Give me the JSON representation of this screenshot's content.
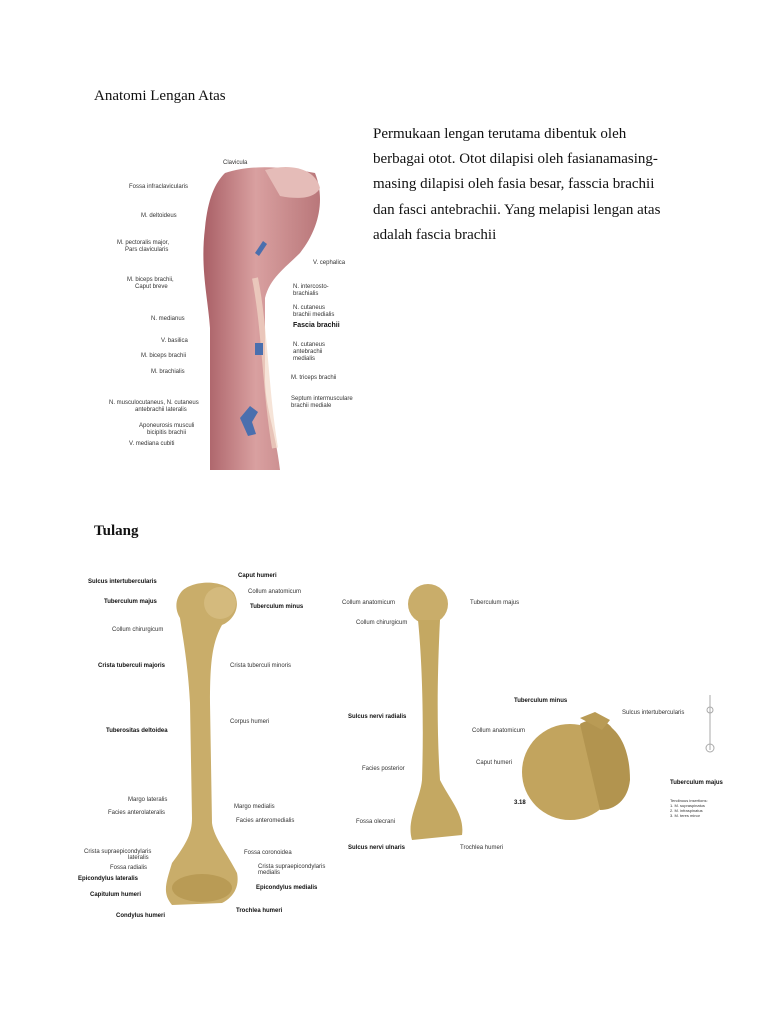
{
  "document": {
    "title": "Anatomi Lengan Atas",
    "paragraph_lines": [
      "Permukaan lengan terutama dibentuk oleh",
      "berbagai otot. Otot dilapisi oleh fasianamasing-",
      "masing dilapisi oleh fasia besar, fasscia brachii",
      "dan fasci antebrachii. Yang melapisi lengan atas",
      "adalah fascia brachii"
    ],
    "section_title": "Tulang"
  },
  "figure_muscle": {
    "labels_left": [
      "Fossa infraclavicularis",
      "M. deltoideus",
      "M. pectoralis major,",
      "Pars clavicularis",
      "M. biceps brachii,",
      "Caput breve",
      "N. medianus",
      "V. basilica",
      "M. biceps brachii",
      "M. brachialis",
      "N. musculocutaneus, N. cutaneus",
      "antebrachii lateralis",
      "Aponeurosis musculi",
      "bicipitis brachii",
      "V. mediana cubiti"
    ],
    "labels_right": [
      "Clavicula",
      "V. cephalica",
      "N. intercosto-",
      "brachialis",
      "N. cutaneus",
      "brachii medialis",
      "Fascia brachii",
      "N. cutaneus",
      "antebrachii",
      "medialis",
      "M. triceps brachii",
      "Septum intermusculare",
      "brachii mediale"
    ]
  },
  "figure_humerus_anterior": {
    "labels_left": [
      "Sulcus intertubercularis",
      "Tuberculum majus",
      "Collum chirurgicum",
      "Crista tuberculi majoris",
      "Tuberositas deltoidea",
      "Margo lateralis",
      "Facies anterolateralis",
      "Crista supraepicondylaris",
      "lateralis",
      "Fossa radialis",
      "Epicondylus lateralis",
      "Capitulum humeri",
      "Condylus humeri"
    ],
    "labels_right": [
      "Caput humeri",
      "Collum anatomicum",
      "Tuberculum minus",
      "Crista tuberculi minoris",
      "Corpus humeri",
      "Margo medialis",
      "Facies anteromedialis",
      "Fossa coronoidea",
      "Crista supraepicondylaris",
      "medialis",
      "Epicondylus medialis",
      "Trochlea humeri"
    ]
  },
  "figure_humerus_posterior": {
    "labels": [
      "Collum anatomicum",
      "Tuberculum majus",
      "Collum chirurgicum",
      "Sulcus nervi radialis",
      "Facies posterior",
      "Fossa olecrani",
      "Sulcus nervi ulnaris",
      "Trochlea humeri"
    ]
  },
  "figure_humerus_head": {
    "labels": [
      "Tuberculum minus",
      "Sulcus intertubercularis",
      "Collum anatomicum",
      "Caput humeri",
      "Tuberculum majus"
    ],
    "figure_number": "3.18",
    "legend_title": "Tendinous insertions:",
    "legend_items": [
      "1. M. supraspinatus",
      "2. M. infraspinatus",
      "3. M. teres minor"
    ]
  },
  "colors": {
    "muscle": "#c98c8c",
    "muscle_dark": "#a8656a",
    "bone": "#c9ad6a",
    "bone_dark": "#8f7434",
    "vein": "#4a6fae"
  }
}
